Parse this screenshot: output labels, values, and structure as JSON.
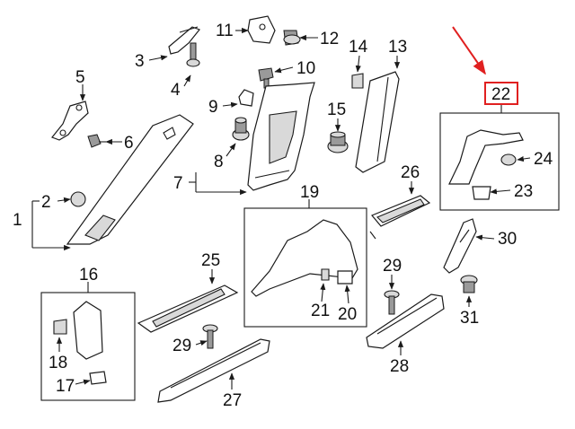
{
  "callouts": {
    "c1": "1",
    "c2": "2",
    "c3": "3",
    "c4": "4",
    "c5": "5",
    "c6": "6",
    "c7": "7",
    "c8": "8",
    "c9": "9",
    "c10": "10",
    "c11": "11",
    "c12": "12",
    "c13": "13",
    "c14": "14",
    "c15": "15",
    "c16": "16",
    "c17": "17",
    "c18": "18",
    "c19": "19",
    "c20": "20",
    "c21": "21",
    "c22": "22",
    "c23": "23",
    "c24": "24",
    "c25": "25",
    "c26": "26",
    "c27": "27",
    "c28": "28",
    "c29a": "29",
    "c29b": "29",
    "c30": "30",
    "c31": "31"
  },
  "colors": {
    "highlight": "#e02020",
    "ink": "#1a1a1a"
  }
}
